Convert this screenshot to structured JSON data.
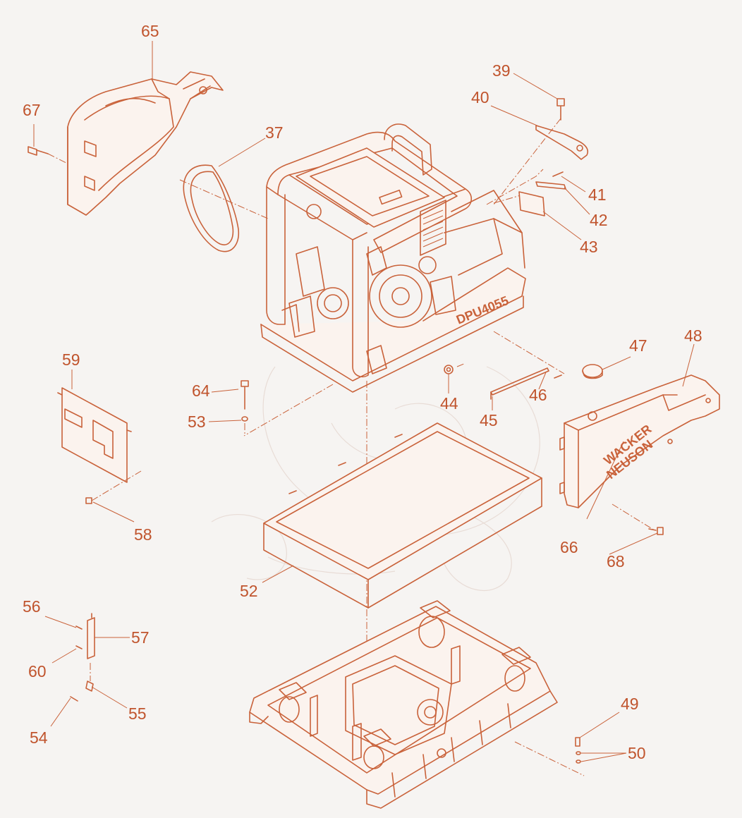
{
  "colors": {
    "line": "#c9623a",
    "label": "#c0542d",
    "background": "#f6f4f2"
  },
  "brand": {
    "model": "DPU4055",
    "maker_line1": "WACKER",
    "maker_line2": "NEUSON"
  },
  "labels": {
    "p37": "37",
    "p39": "39",
    "p40": "40",
    "p41": "41",
    "p42": "42",
    "p43": "43",
    "p44": "44",
    "p45": "45",
    "p46": "46",
    "p47": "47",
    "p48": "48",
    "p49": "49",
    "p50": "50",
    "p52": "52",
    "p53": "53",
    "p54": "54",
    "p55": "55",
    "p56": "56",
    "p57": "57",
    "p58": "58",
    "p59": "59",
    "p60": "60",
    "p64": "64",
    "p65": "65",
    "p66": "66",
    "p67": "67",
    "p68": "68"
  }
}
